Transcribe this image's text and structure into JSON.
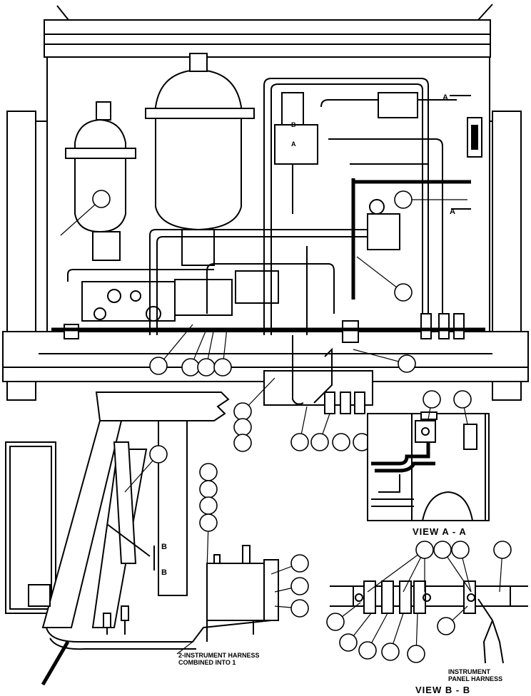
{
  "views": {
    "view_a": {
      "caption": "VIEW  A  -  A"
    },
    "view_b": {
      "caption": "VIEW  B  -  B"
    }
  },
  "section_markers": {
    "a_top": "A",
    "a_bottom": "A",
    "b_top": "B",
    "b_bottom": "B",
    "valve_a": "A",
    "valve_b": "B"
  },
  "notes": {
    "harness_line1": "2-INSTRUMENT HARNESS",
    "harness_line2": "COMBINED INTO 1",
    "panel_line1": "INSTRUMENT",
    "panel_line2": "PANEL HARNESS"
  }
}
